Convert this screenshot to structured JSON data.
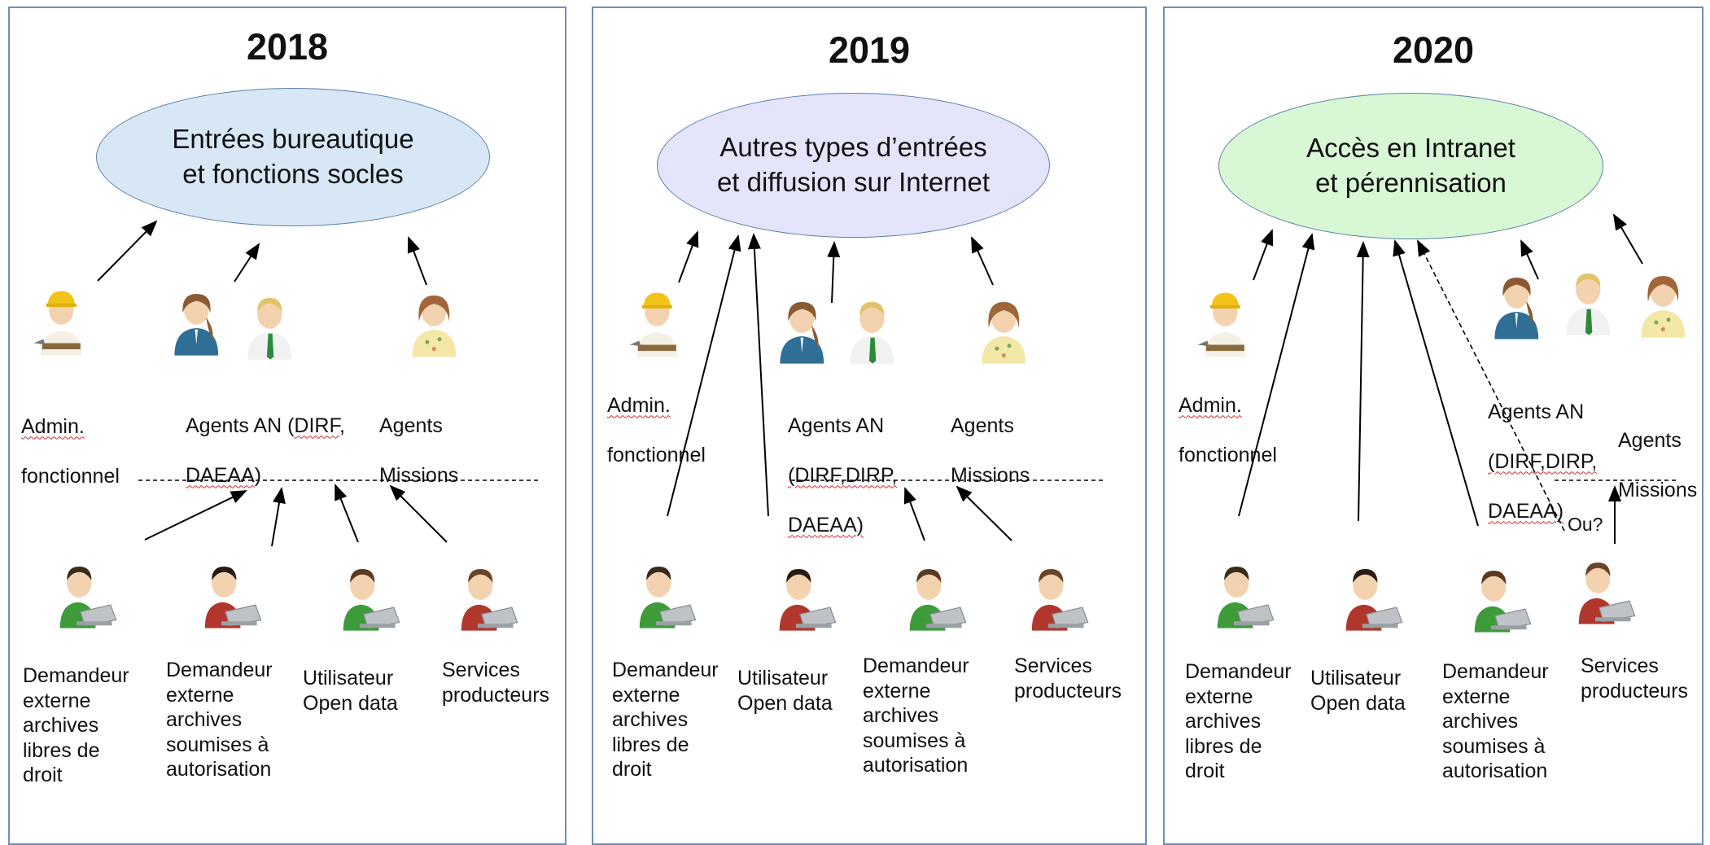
{
  "panels": [
    {
      "year": "2018",
      "ellipse_text": "Entrées bureautique\net fonctions socles",
      "ellipse_color": "#d7e7f5",
      "admin": [
        "Admin.",
        "fonctionnel"
      ],
      "agents_an": [
        "Agents AN (",
        "DIRF",
        ",",
        "DAEAA",
        ")"
      ],
      "agents_missions": [
        "Agents",
        "Missions"
      ],
      "users": [
        "Demandeur\nexterne\narchives\nlibres de\ndroit",
        "Demandeur\nexterne\narchives\nsoumises à\nautorisation",
        "Utilisateur\nOpen data",
        "Services\nproducteurs"
      ]
    },
    {
      "year": "2019",
      "ellipse_text": "Autres types d’entrées\net diffusion sur Internet",
      "ellipse_color": "#e4e4fb",
      "admin": [
        "Admin.",
        "fonctionnel"
      ],
      "agents_an": [
        "Agents AN",
        "(DIRF,DIRP,",
        "DAEAA)"
      ],
      "agents_missions": [
        "Agents",
        "Missions"
      ],
      "users": [
        "Demandeur\nexterne\narchives\nlibres de\ndroit",
        "Utilisateur\nOpen data",
        "Demandeur\nexterne\narchives\nsoumises à\nautorisation",
        "Services\nproducteurs"
      ]
    },
    {
      "year": "2020",
      "ellipse_text": "Accès en Intranet\net pérennisation",
      "ellipse_color": "#d8f7d4",
      "admin": [
        "Admin.",
        "fonctionnel"
      ],
      "agents_an": [
        "Agents AN",
        "(DIRF,DIRP,",
        "DAEAA)"
      ],
      "agents_missions": [
        "Agents",
        "Missions"
      ],
      "or_label": "Ou?",
      "users": [
        "Demandeur\nexterne\narchives\nlibres de\ndroit",
        "Utilisateur\nOpen data",
        "Demandeur\nexterne\narchives\nsoumises à\nautorisation",
        "Services\nproducteurs"
      ]
    }
  ],
  "icons": {
    "admin": "builder-person-icon",
    "agent_female": "female-agent-icon",
    "agent_male": "male-agent-icon",
    "agent_missions": "missions-agent-icon",
    "user_laptop": "person-laptop-icon"
  }
}
